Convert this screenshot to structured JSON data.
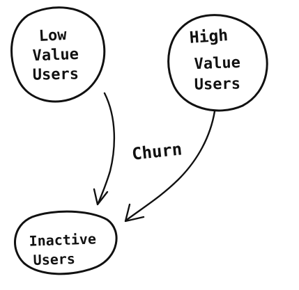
{
  "nodes": {
    "low_value": {
      "lines": [
        "Low",
        "Value",
        "Users"
      ]
    },
    "high_value": {
      "lines": [
        "High",
        "Value",
        "Users"
      ]
    },
    "inactive": {
      "lines": [
        "Inactive",
        "Users"
      ]
    }
  },
  "edges": {
    "low_to_inactive": {
      "label": "Churn"
    },
    "high_to_inactive": {
      "label": ""
    }
  },
  "colors": {
    "ink": "#111111",
    "background": "#ffffff"
  }
}
